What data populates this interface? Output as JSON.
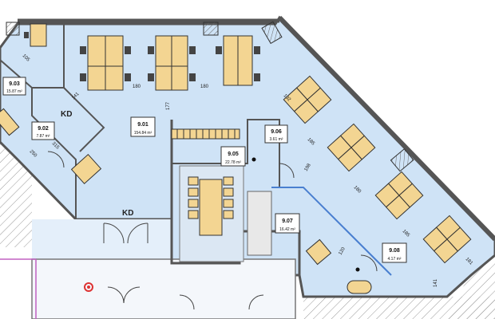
{
  "rooms": [
    {
      "id": "9.01",
      "area": "154.84 m²"
    },
    {
      "id": "9.02",
      "area": "7.87 m²"
    },
    {
      "id": "9.03",
      "area": "15.87 m²"
    },
    {
      "id": "9.05",
      "area": "22.78 m²"
    },
    {
      "id": "9.06",
      "area": "3.61 m²"
    },
    {
      "id": "9.07",
      "area": "16.42 m²"
    },
    {
      "id": "9.08",
      "area": "4.17 m²"
    }
  ],
  "labels": {
    "kd_upper": "KD",
    "kd_lower": "KD"
  },
  "dimensions": [
    "105",
    "141",
    "180",
    "180",
    "177",
    "132",
    "185",
    "250",
    "315",
    "198",
    "180",
    "185",
    "181",
    "120",
    "141"
  ],
  "colors": {
    "floor": "#cfe3f6",
    "floor_light": "#e4effa",
    "wall": "#555555",
    "desk": "#f3d592",
    "hatch": "#8a8a8a",
    "accent": "#2c64c8"
  }
}
